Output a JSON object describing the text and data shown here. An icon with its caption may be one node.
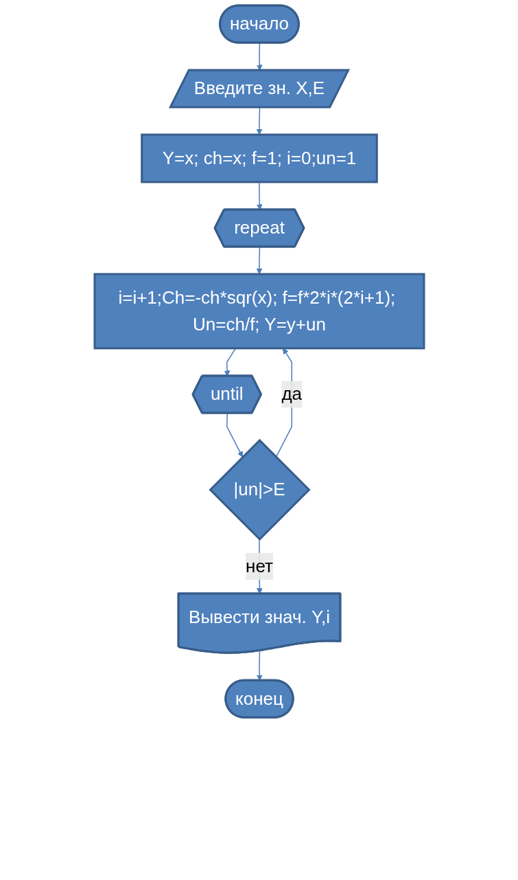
{
  "diagram": {
    "nodes": [
      {
        "text": [
          "начало"
        ]
      },
      {
        "text": [
          "Введите зн. X,E"
        ]
      },
      {
        "text": [
          "Y=x; ch=x; f=1; i=0;un=1"
        ]
      },
      {
        "text": [
          "repeat"
        ]
      },
      {
        "text": [
          "i=i+1;Ch=-ch*sqr(x); f=f*2*i*(2*i+1); Un=ch/f; Y=y+un"
        ]
      },
      {
        "text": [
          "until"
        ]
      },
      {
        "text": [
          "|un|>E"
        ]
      },
      {
        "text": [
          "Вывести знач. Y,i"
        ]
      },
      {
        "text": [
          "конец"
        ]
      }
    ],
    "edges": [
      {
        "from": 0,
        "to": 1,
        "arrow": "to"
      },
      {
        "from": 1,
        "to": 2,
        "arrow": "to"
      },
      {
        "from": 2,
        "to": 3,
        "arrow": "to"
      },
      {
        "from": 3,
        "to": 4,
        "arrow": "to"
      },
      {
        "from": 4,
        "to": 5,
        "arrow": "to"
      },
      {
        "from": 5,
        "to": 6,
        "arrow": "to"
      },
      {
        "from": 6,
        "to": 4,
        "label": "да",
        "arrow": "to"
      },
      {
        "from": 6,
        "to": 7,
        "label": "нет",
        "arrow": "to"
      },
      {
        "from": 7,
        "to": 8,
        "arrow": "to"
      }
    ]
  }
}
